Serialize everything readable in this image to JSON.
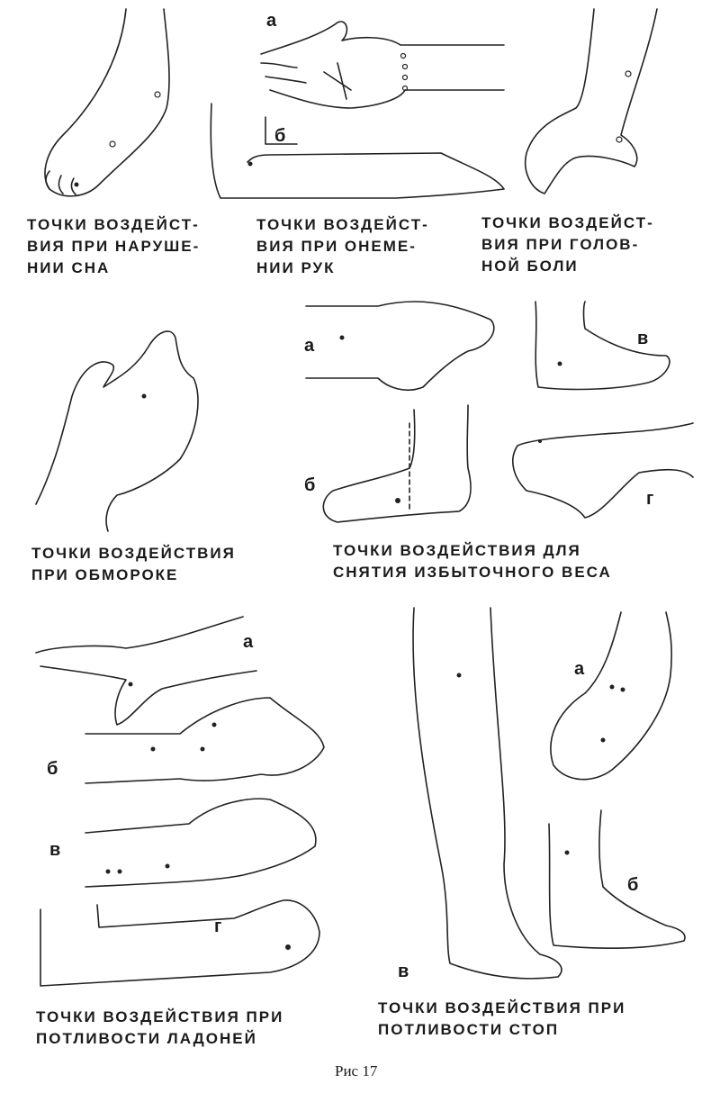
{
  "figures": [
    {
      "id": "sleep",
      "caption_lines": [
        "ТОЧКИ ВОЗДЕЙСТ-",
        "ВИЯ ПРИ НАРУШЕ-",
        "НИИ СНА"
      ]
    },
    {
      "id": "numbness",
      "caption_lines": [
        "ТОЧКИ ВОЗДЕЙСТ-",
        "ВИЯ ПРИ ОНЕМЕ-",
        "НИИ РУК"
      ],
      "labels": [
        "а",
        "б"
      ]
    },
    {
      "id": "headache",
      "caption_lines": [
        "ТОЧКИ ВОЗДЕЙСТ-",
        "ВИЯ ПРИ ГОЛОВ-",
        "НОЙ БОЛИ"
      ]
    },
    {
      "id": "fainting",
      "caption_lines": [
        "ТОЧКИ ВОЗДЕЙСТВИЯ",
        "ПРИ ОБМОРОКЕ"
      ]
    },
    {
      "id": "weight",
      "caption_lines": [
        "ТОЧКИ ВОЗДЕЙСТВИЯ ДЛЯ",
        "СНЯТИЯ ИЗБЫТОЧНОГО ВЕСА"
      ],
      "labels": [
        "а",
        "в",
        "б",
        "г"
      ]
    },
    {
      "id": "palms",
      "caption_lines": [
        "ТОЧКИ ВОЗДЕЙСТВИЯ ПРИ",
        "ПОТЛИВОСТИ ЛАДОНЕЙ"
      ],
      "labels": [
        "а",
        "б",
        "в",
        "г"
      ]
    },
    {
      "id": "feet",
      "caption_lines": [
        "ТОЧКИ ВОЗДЕЙСТВИЯ ПРИ",
        "ПОТЛИВОСТИ СТОП"
      ],
      "labels": [
        "а",
        "б",
        "в"
      ]
    }
  ],
  "figure_number": "Рис 17"
}
